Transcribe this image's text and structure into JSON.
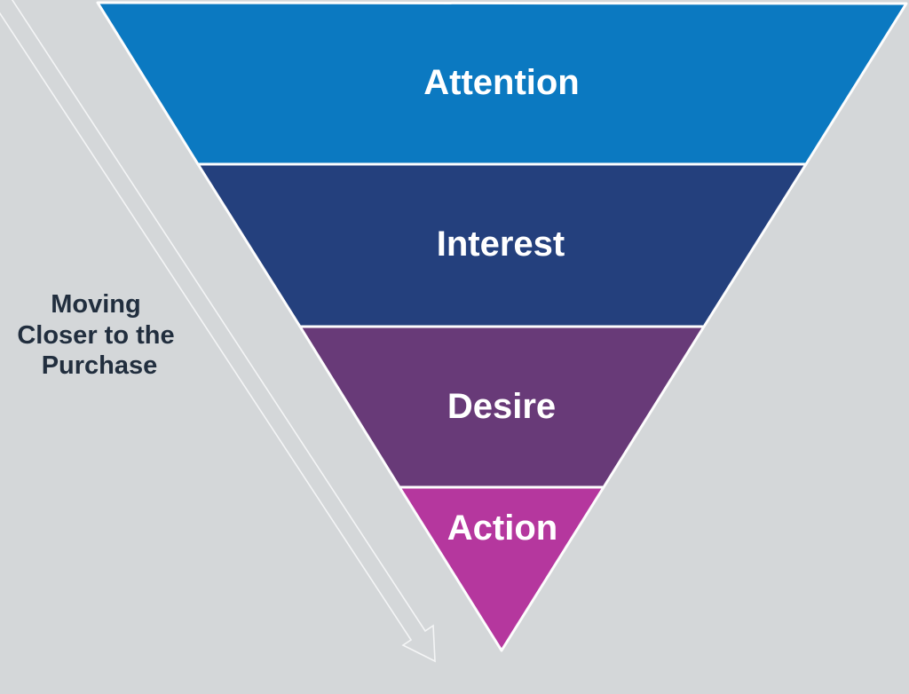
{
  "background_color": "#d4d7d9",
  "chart_data": {
    "type": "funnel",
    "orientation": "inverted",
    "stages": [
      {
        "label": "Attention",
        "color": "#0b79c1"
      },
      {
        "label": "Interest",
        "color": "#24407d"
      },
      {
        "label": "Desire",
        "color": "#683a78"
      },
      {
        "label": "Action",
        "color": "#b5379e"
      }
    ],
    "stage_label_color": "#ffffff",
    "separator_color": "#fdfdfd",
    "annotation": {
      "lines": [
        "Moving",
        "Closer to the",
        "Purchase"
      ],
      "color": "#212e3e"
    }
  },
  "arrow": {
    "direction": "down-right",
    "style": "outline",
    "color": "#f4f5f6"
  }
}
